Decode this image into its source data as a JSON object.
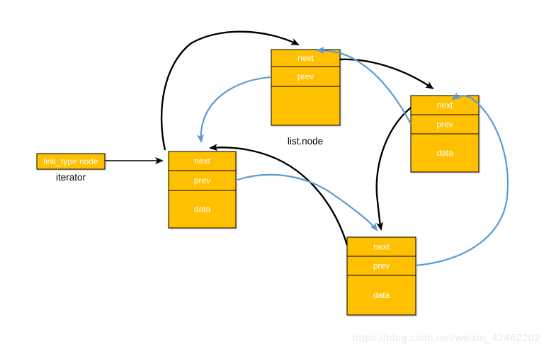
{
  "colors": {
    "background": "#FFFFFF",
    "node_fill": "#FFC000",
    "node_border": "#000000",
    "arrow_black": "#000000",
    "arrow_blue": "#5B9BD5",
    "cell_text": "#FFFFFF",
    "caption_text": "#000000",
    "watermark_text": "#E8E8E8"
  },
  "iterator": {
    "box_label": "link_type node",
    "caption": "iterator"
  },
  "captions": {
    "list_node": "list.node"
  },
  "nodes": {
    "top": {
      "rows": [
        "next",
        "prev",
        ""
      ]
    },
    "mid": {
      "rows": [
        "next",
        "prev",
        "data"
      ]
    },
    "right": {
      "rows": [
        "next",
        "prev",
        "data"
      ]
    },
    "bottom": {
      "rows": [
        "next",
        "prev",
        "data"
      ]
    }
  },
  "edges": [
    {
      "from": "iterator",
      "to": "mid-node",
      "pointer": "iterator",
      "color": "black"
    },
    {
      "from": "mid-node.next",
      "to": "list-node",
      "pointer": "next",
      "color": "black"
    },
    {
      "from": "list-node.next",
      "to": "right-node",
      "pointer": "next",
      "color": "black"
    },
    {
      "from": "right-node.next",
      "to": "bottom-node",
      "pointer": "next",
      "color": "black"
    },
    {
      "from": "bottom-node.next",
      "to": "mid-node",
      "pointer": "next",
      "color": "black"
    },
    {
      "from": "list-node.prev",
      "to": "mid-node",
      "pointer": "prev",
      "color": "blue"
    },
    {
      "from": "mid-node.prev",
      "to": "bottom-node",
      "pointer": "prev",
      "color": "blue"
    },
    {
      "from": "bottom-node.prev",
      "to": "right-node",
      "pointer": "prev",
      "color": "blue"
    },
    {
      "from": "right-node.prev",
      "to": "list-node",
      "pointer": "prev",
      "color": "blue"
    }
  ],
  "watermark": "https://blog.csdn.net/weixin_42462202"
}
